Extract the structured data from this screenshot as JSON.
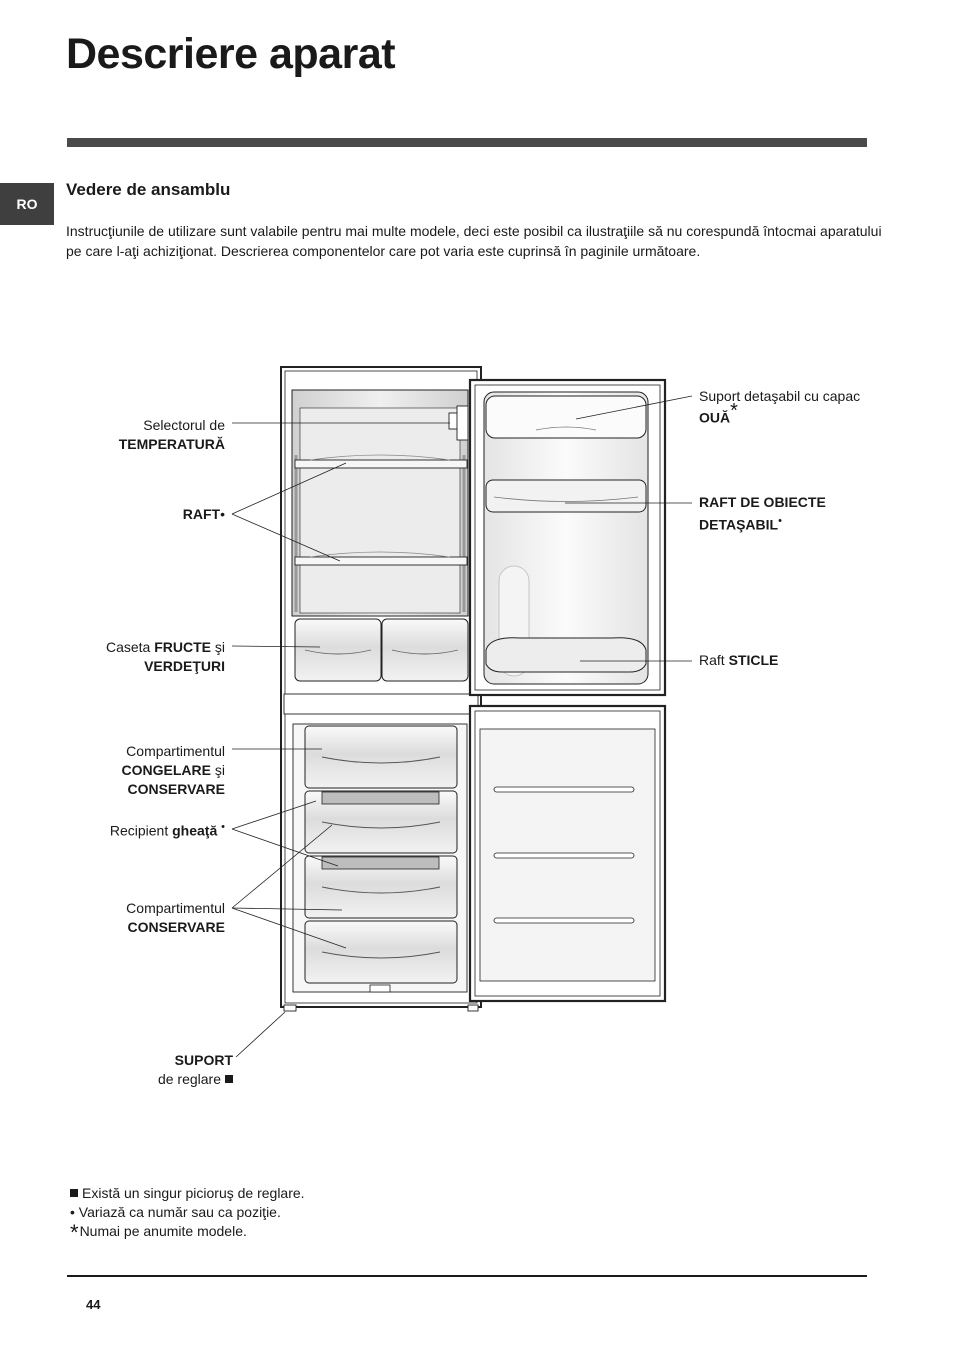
{
  "page": {
    "title": "Descriere aparat",
    "language_tab": "RO",
    "section_heading": "Vedere de ansamblu",
    "intro_text": "Instrucţiunile de utilizare sunt valabile pentru mai multe modele, deci este posibil ca ilustraţiile să nu corespundă întocmai aparatului pe care l-aţi achiziţionat. Descrierea componentelor care pot varia este cuprinsă în paginile următoare.",
    "page_number": "44"
  },
  "labels": {
    "temperature_1": "Selectorul de",
    "temperature_2": "TEMPERATURĂ",
    "shelf": "RAFT",
    "shelf_mark": "•",
    "fruit_1_pre": "Caseta ",
    "fruit_1_bold": "FRUCTE",
    "fruit_1_post": " şi",
    "fruit_2": "VERDEŢURI",
    "freezer_1": "Compartimentul",
    "freezer_2_bold": "CONGELARE",
    "freezer_2_post": " şi",
    "freezer_3": "CONSERVARE",
    "ice_pre": "Recipient ",
    "ice_bold": "gheaţă",
    "ice_mark": "•",
    "storage_1": "Compartimentul",
    "storage_2": "CONSERVARE",
    "foot_1": "SUPORT",
    "foot_2": "de reglare",
    "egg_1": "Suport detaşabil cu capac",
    "egg_2": "OUĂ",
    "egg_mark": "*",
    "door_shelf_1": "RAFT DE OBIECTE",
    "door_shelf_2": "DETAŞABIL",
    "door_shelf_mark": "•",
    "bottle_pre": "Raft ",
    "bottle_bold": "STICLE"
  },
  "footnotes": {
    "square_note": "Există un singur picioruş de reglare.",
    "dot_mark": "•",
    "dot_note": "Variază ca număr sau ca poziţie.",
    "star_mark": "*",
    "star_note": "Numai pe anumite modele."
  }
}
